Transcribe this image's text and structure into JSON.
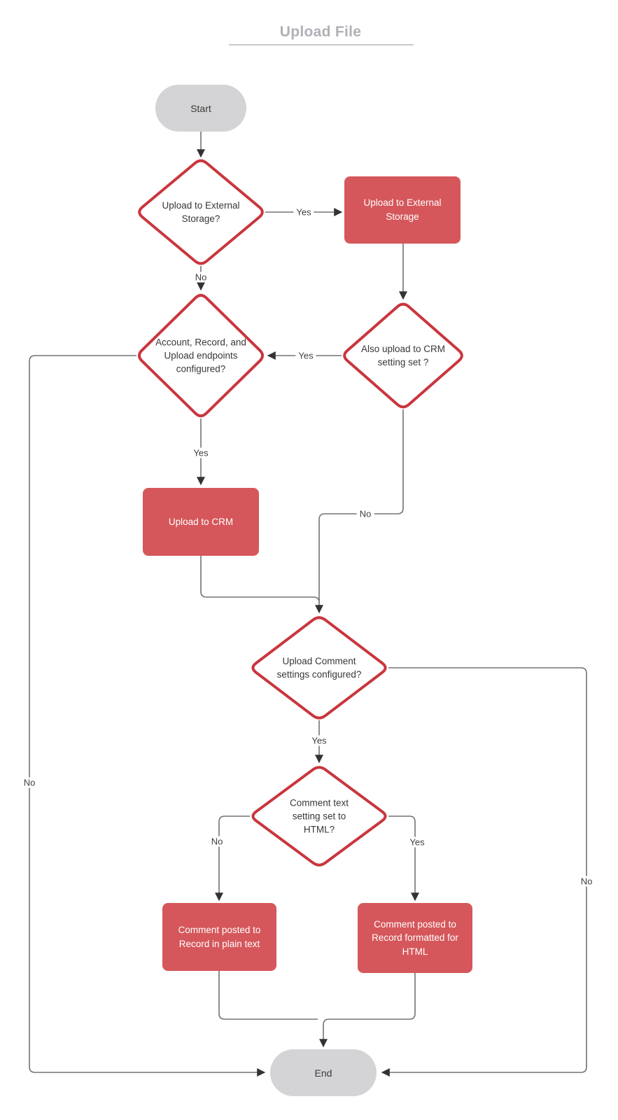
{
  "title": "Upload File",
  "colors": {
    "process_fill": "#d5575b",
    "decision_stroke": "#c9363d",
    "terminal_fill": "#d4d4d6",
    "connector": "#737373",
    "arrowhead": "#333333",
    "title_text": "#b0b0b6"
  },
  "nodes": {
    "start": {
      "label": "Start"
    },
    "decision_external": {
      "label": "Upload to External Storage?"
    },
    "process_external": {
      "label": "Upload to External Storage"
    },
    "decision_endpoints": {
      "label": "Account, Record, and Upload endpoints configured?"
    },
    "decision_crm_setting": {
      "label": "Also upload to CRM setting set ?"
    },
    "process_crm": {
      "label": "Upload to CRM"
    },
    "decision_comment_settings": {
      "label": "Upload Comment settings configured?"
    },
    "decision_comment_html": {
      "label": "Comment text setting set to HTML?"
    },
    "process_plain_text": {
      "label": "Comment posted to Record in plain text"
    },
    "process_html": {
      "label": "Comment posted to Record formatted for HTML"
    },
    "end": {
      "label": "End"
    }
  },
  "edges": {
    "external_yes": "Yes",
    "external_no": "No",
    "crm_setting_yes": "Yes",
    "crm_setting_no": "No",
    "endpoints_yes": "Yes",
    "endpoints_no": "No",
    "comment_settings_yes": "Yes",
    "comment_settings_no": "No",
    "comment_html_yes": "Yes",
    "comment_html_no": "No"
  }
}
